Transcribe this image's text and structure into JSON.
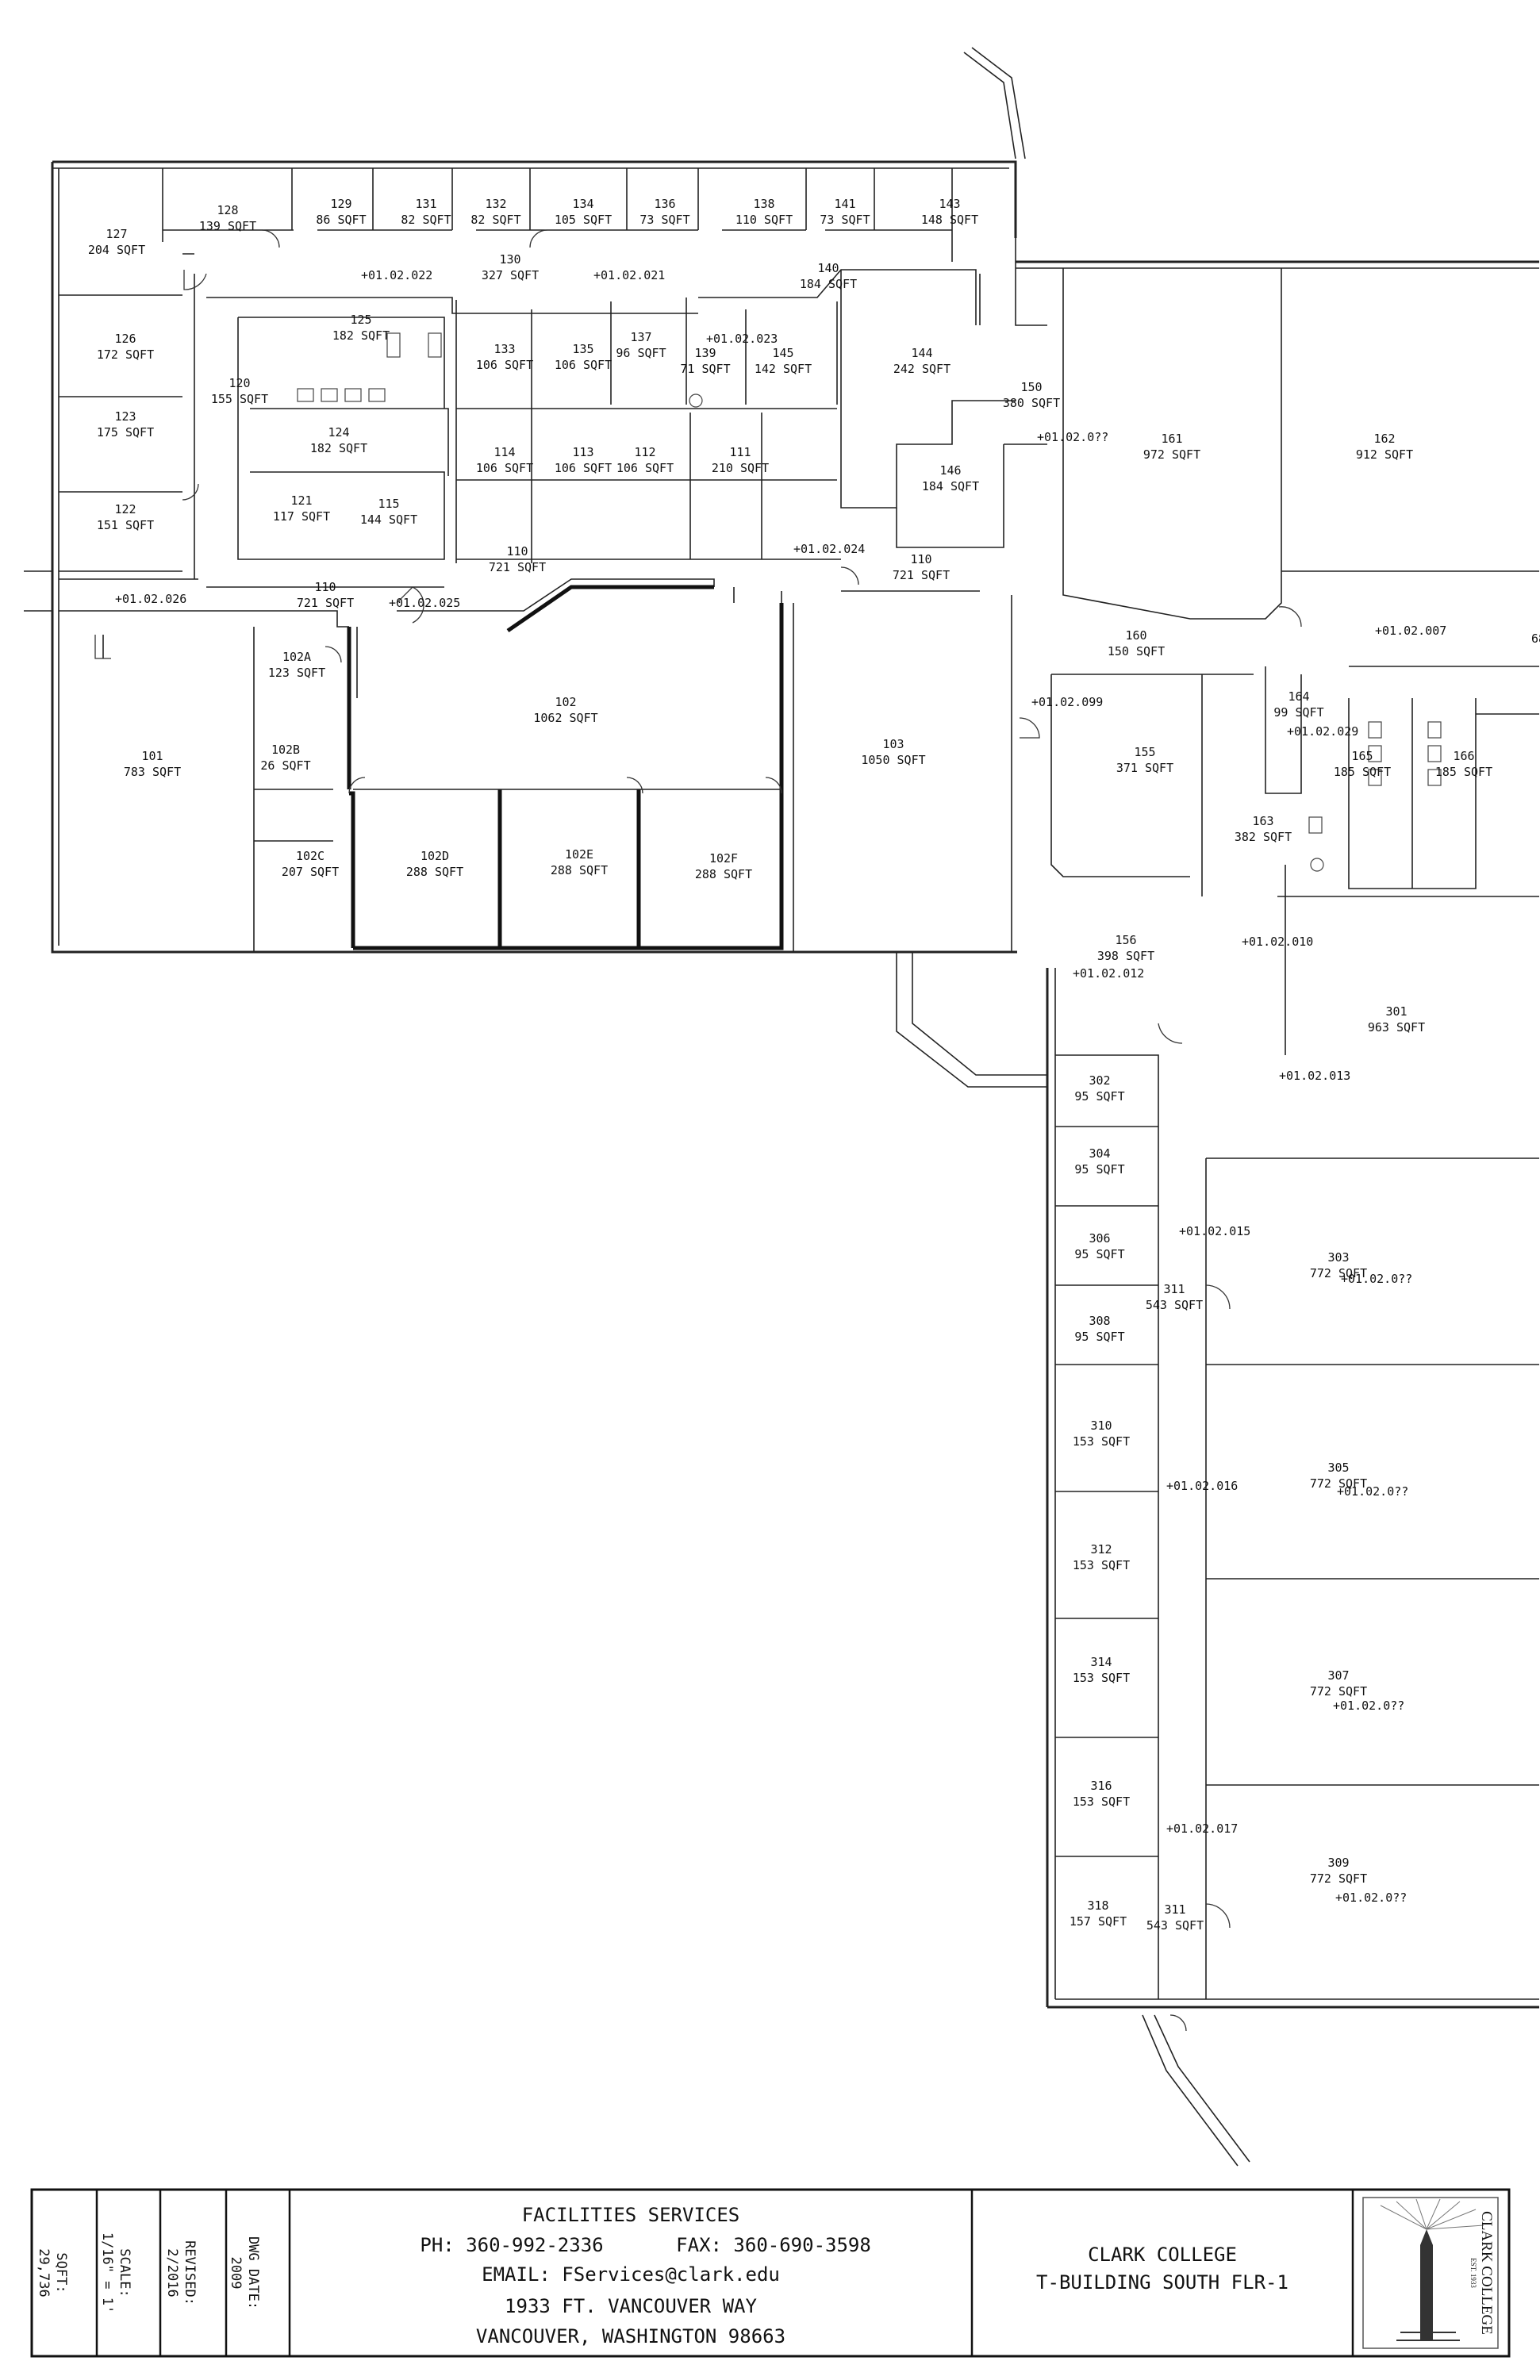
{
  "rooms": [
    {
      "num": "127",
      "area": "204 SQFT"
    },
    {
      "num": "128",
      "area": "139 SQFT"
    },
    {
      "num": "129",
      "area": "86 SQFT"
    },
    {
      "num": "131",
      "area": "82 SQFT"
    },
    {
      "num": "132",
      "area": "82 SQFT"
    },
    {
      "num": "134",
      "area": "105 SQFT"
    },
    {
      "num": "136",
      "area": "73 SQFT"
    },
    {
      "num": "138",
      "area": "110 SQFT"
    },
    {
      "num": "141",
      "area": "73 SQFT"
    },
    {
      "num": "143",
      "area": "148 SQFT"
    },
    {
      "num": "130",
      "area": "327 SQFT"
    },
    {
      "num": "140",
      "area": "184 SQFT"
    },
    {
      "num": "126",
      "area": "172 SQFT"
    },
    {
      "num": "125",
      "area": "182 SQFT"
    },
    {
      "num": "133",
      "area": "106 SQFT"
    },
    {
      "num": "135",
      "area": "106 SQFT"
    },
    {
      "num": "137",
      "area": "96 SQFT"
    },
    {
      "num": "139",
      "area": "71 SQFT"
    },
    {
      "num": "145",
      "area": "142 SQFT"
    },
    {
      "num": "144",
      "area": "242 SQFT"
    },
    {
      "num": "120",
      "area": "155 SQFT"
    },
    {
      "num": "150",
      "area": "380 SQFT"
    },
    {
      "num": "123",
      "area": "175 SQFT"
    },
    {
      "num": "124",
      "area": "182 SQFT"
    },
    {
      "num": "161",
      "area": "972 SQFT"
    },
    {
      "num": "162",
      "area": "912 SQFT"
    },
    {
      "num": "114",
      "area": "106 SQFT"
    },
    {
      "num": "113",
      "area": "106 SQFT"
    },
    {
      "num": "112",
      "area": "106 SQFT"
    },
    {
      "num": "111",
      "area": "210 SQFT"
    },
    {
      "num": "146",
      "area": "184 SQFT"
    },
    {
      "num": "122",
      "area": "151 SQFT"
    },
    {
      "num": "121",
      "area": "117 SQFT"
    },
    {
      "num": "115",
      "area": "144 SQFT"
    },
    {
      "num": "110",
      "area": "721 SQFT"
    },
    {
      "num": "110",
      "area": "721 SQFT"
    },
    {
      "num": "110",
      "area": "721 SQFT"
    },
    {
      "num": "160",
      "area": "150 SQFT"
    },
    {
      "num": "102A",
      "area": "123 SQFT"
    },
    {
      "num": "102",
      "area": "1062 SQFT"
    },
    {
      "num": "164",
      "area": "99 SQFT"
    },
    {
      "num": "101",
      "area": "783 SQFT"
    },
    {
      "num": "102B",
      "area": "26 SQFT"
    },
    {
      "num": "103",
      "area": "1050 SQFT"
    },
    {
      "num": "155",
      "area": "371 SQFT"
    },
    {
      "num": "165",
      "area": "185 SQFT"
    },
    {
      "num": "166",
      "area": "185 SQFT"
    },
    {
      "num": "163",
      "area": "382 SQFT"
    },
    {
      "num": "102C",
      "area": "207 SQFT"
    },
    {
      "num": "102D",
      "area": "288 SQFT"
    },
    {
      "num": "102E",
      "area": "288 SQFT"
    },
    {
      "num": "102F",
      "area": "288 SQFT"
    },
    {
      "num": "156",
      "area": "398 SQFT"
    },
    {
      "num": "301",
      "area": "963 SQFT"
    },
    {
      "num": "302",
      "area": "95 SQFT"
    },
    {
      "num": "304",
      "area": "95 SQFT"
    },
    {
      "num": "306",
      "area": "95 SQFT"
    },
    {
      "num": "311",
      "area": "543 SQFT"
    },
    {
      "num": "308",
      "area": "95 SQFT"
    },
    {
      "num": "303",
      "area": "772 SQFT"
    },
    {
      "num": "310",
      "area": "153 SQFT"
    },
    {
      "num": "305",
      "area": "772 SQFT"
    },
    {
      "num": "312",
      "area": "153 SQFT"
    },
    {
      "num": "314",
      "area": "153 SQFT"
    },
    {
      "num": "307",
      "area": "772 SQFT"
    },
    {
      "num": "316",
      "area": "153 SQFT"
    },
    {
      "num": "309",
      "area": "772 SQFT"
    },
    {
      "num": "318",
      "area": "157 SQFT"
    },
    {
      "num": "311",
      "area": "543 SQFT"
    }
  ],
  "equipment_tags": [
    "+01.02.022",
    "+01.02.021",
    "+01.02.023",
    "+01.02.0??",
    "+01.02.024",
    "+01.02.026",
    "+01.02.025",
    "+01.02.007",
    "+01.02.099",
    "+01.02.029",
    "+01.02.010",
    "+01.02.012",
    "+01.02.013",
    "+01.02.015",
    "+01.02.0??",
    "+01.02.016",
    "+01.02.0??",
    "+01.02.0??",
    "+01.02.017",
    "+01.02.0??"
  ],
  "edge_label": "68",
  "title_block": {
    "sqft_label": "SQFT:",
    "sqft_value": "29,736",
    "scale_label": "SCALE:",
    "scale_value": "1/16\" = 1'",
    "revised_label": "REVISED:",
    "revised_value": "2/2016",
    "dwg_date_label": "DWG DATE:",
    "dwg_date_value": "2009",
    "dept": "FACILITIES SERVICES",
    "phone": "PH: 360-992-2336",
    "fax": "FAX: 360-690-3598",
    "email": "EMAIL: FServices@clark.edu",
    "address1": "1933 FT. VANCOUVER WAY",
    "address2": "VANCOUVER, WASHINGTON 98663",
    "org": "CLARK COLLEGE",
    "building": "T-BUILDING SOUTH FLR-1",
    "logo_text": "CLARK COLLEGE",
    "logo_est": "EST. 1933"
  }
}
